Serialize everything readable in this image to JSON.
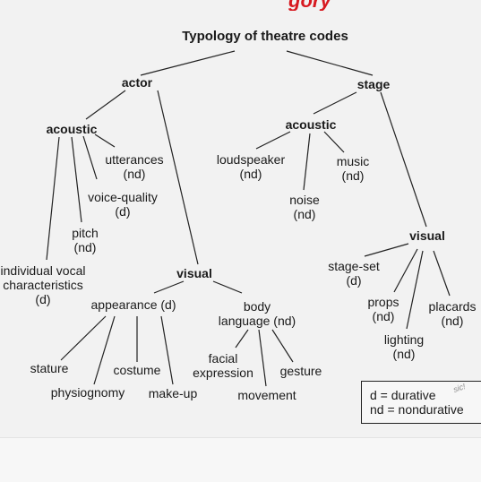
{
  "header_fragment": "gory",
  "diagram": {
    "title": "Typology of theatre codes",
    "nodes": {
      "actor": "actor",
      "stage": "stage",
      "actor_acoustic": "acoustic",
      "utterances": [
        "utterances",
        "(nd)"
      ],
      "voice_quality": [
        "voice-quality",
        "(d)"
      ],
      "pitch": [
        "pitch",
        "(nd)"
      ],
      "individual_vocal": [
        "individual vocal",
        "characteristics",
        "(d)"
      ],
      "actor_visual": "visual",
      "appearance": "appearance (d)",
      "body_language": [
        "body",
        "language (nd)"
      ],
      "stature": "stature",
      "costume": "costume",
      "physiognomy": "physiognomy",
      "make_up": "make-up",
      "facial_expression": [
        "facial",
        "expression"
      ],
      "gesture": "gesture",
      "movement": "movement",
      "stage_acoustic": "acoustic",
      "loudspeaker": [
        "loudspeaker",
        "(nd)"
      ],
      "music": [
        "music",
        "(nd)"
      ],
      "noise": [
        "noise",
        "(nd)"
      ],
      "stage_visual": "visual",
      "stage_set": [
        "stage-set",
        "(d)"
      ],
      "props": [
        "props",
        "(nd)"
      ],
      "placards": [
        "placards",
        "(nd)"
      ],
      "lighting": [
        "lighting",
        "(nd)"
      ]
    },
    "legend": {
      "durative": "d = durative",
      "nondurative": "nd = nondurative"
    },
    "legend_scribble": "sic!"
  }
}
